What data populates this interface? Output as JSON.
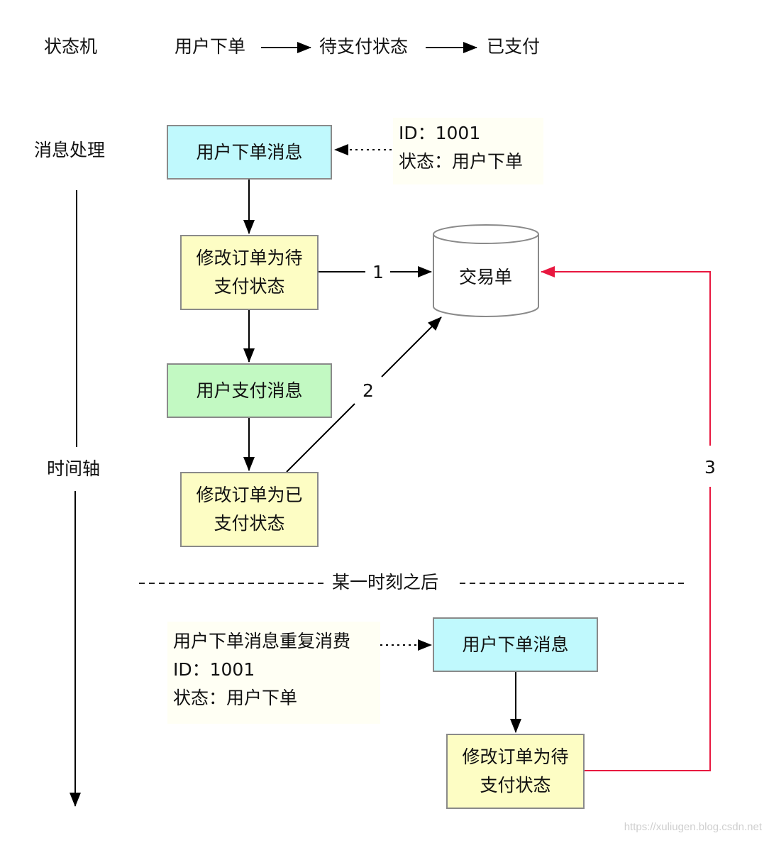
{
  "labels": {
    "state_machine": "状态机",
    "message_processing": "消息处理",
    "timeline": "时间轴"
  },
  "state_flow": [
    "用户下单",
    "待支付状态",
    "已支付"
  ],
  "nodes": {
    "order_msg_1": "用户下单消息",
    "set_pending_1": "修改订单为待支付状态",
    "pay_msg": "用户支付消息",
    "set_paid": "修改订单为已支付状态",
    "trade_db": "交易单",
    "order_msg_2": "用户下单消息",
    "set_pending_2": "修改订单为待支付状态"
  },
  "node_lines": {
    "set_pending_1": [
      "修改订单为待",
      "支付状态"
    ],
    "set_paid": [
      "修改订单为已",
      "支付状态"
    ],
    "set_pending_2": [
      "修改订单为待",
      "支付状态"
    ]
  },
  "notes": {
    "msg_1": [
      "ID：1001",
      "状态：用户下单"
    ],
    "msg_2": [
      "用户下单消息重复消费",
      "ID：1001",
      "状态：用户下单"
    ]
  },
  "edge_labels": {
    "write_1": "1",
    "write_2": "2",
    "write_3": "3"
  },
  "divider_label": "某一时刻之后",
  "colors": {
    "message_box": "#c0f9fd",
    "action_box": "#fdfdc4",
    "payment_box": "#c2f9c2",
    "conflict_edge": "#e8173f",
    "note_bg": "#fffff4"
  },
  "watermark": "https://xuliugen.blog.csdn.net"
}
